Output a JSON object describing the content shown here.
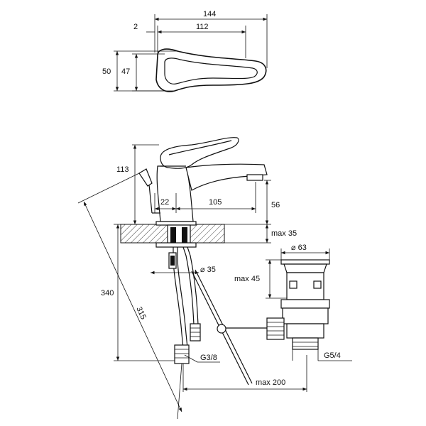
{
  "top_view": {
    "width_total": "144",
    "offset": "2",
    "handle_length": "112",
    "depth_outer": "50",
    "depth_inner": "47"
  },
  "front_view": {
    "height_top": "113",
    "spout_drop": "56",
    "body_offset": "22",
    "spout_reach": "105",
    "deck_thickness": "max 35",
    "hole_diameter": "⌀ 35",
    "total_height": "340",
    "hose_length": "315",
    "hose_thread": "G3/8",
    "rod_reach": "max 200"
  },
  "waste": {
    "diameter": "⌀ 63",
    "height": "max 45",
    "thread": "G5/4"
  }
}
